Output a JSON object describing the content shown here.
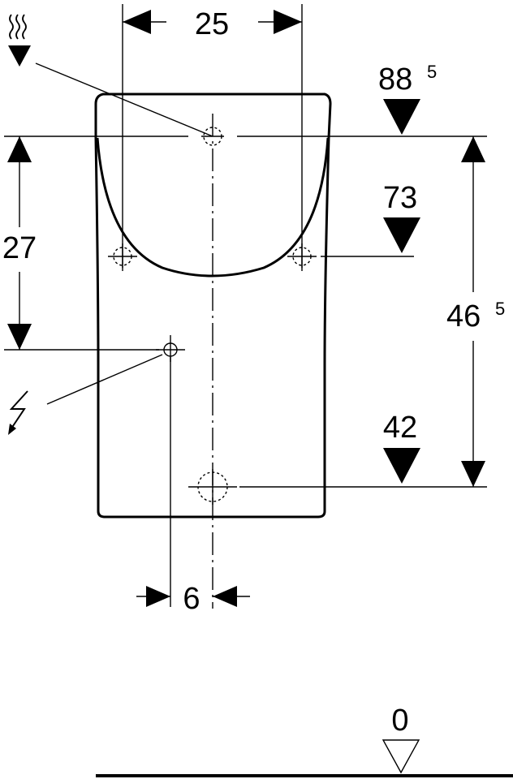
{
  "dimensions": {
    "width_top": "25",
    "height_left": "27",
    "height_right": "46",
    "height_right_sup": "5",
    "offset_bottom": "6"
  },
  "levels": {
    "top": "88",
    "top_sup": "5",
    "middle": "73",
    "lower": "42",
    "floor": "0"
  },
  "icons": {
    "water_supply": "water-supply-icon",
    "electrical": "electrical-connection-icon"
  }
}
